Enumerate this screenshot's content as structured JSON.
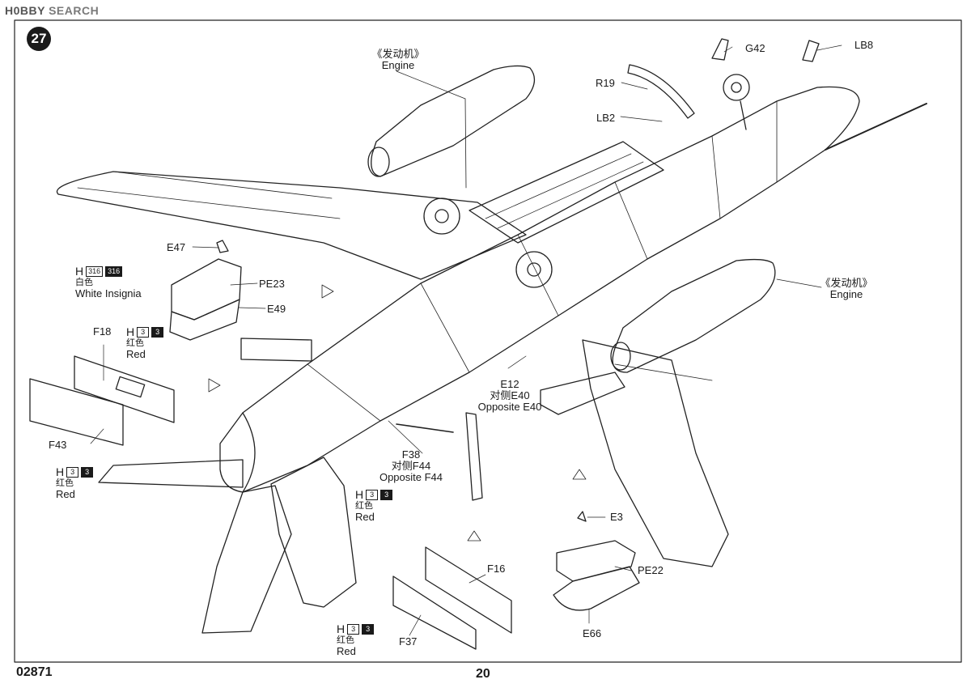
{
  "header": {
    "watermark_part1": "H0BBY",
    "watermark_part2": "SEARCH",
    "step_number": "27"
  },
  "footer": {
    "kit_number": "02871",
    "page_number": "20"
  },
  "engines": {
    "left": {
      "cn": "《发动机》",
      "en": "Engine"
    },
    "right": {
      "cn": "《发动机》",
      "en": "Engine"
    }
  },
  "parts": {
    "g42": "G42",
    "lb8": "LB8",
    "r19": "R19",
    "lb2": "LB2",
    "e47": "E47",
    "pe23": "PE23",
    "e49": "E49",
    "f18": "F18",
    "f43": "F43",
    "e12": "E12",
    "e40_cn": "对侧E40",
    "e40_en": "Opposite E40",
    "f38": "F38",
    "f44_cn": "对侧F44",
    "f44_en": "Opposite F44",
    "e3": "E3",
    "pe22": "PE22",
    "e66": "E66",
    "f16": "F16",
    "f37": "F37"
  },
  "paint_callouts": [
    {
      "id": "white",
      "prefix": "H",
      "code_a": "316",
      "code_b": "316",
      "cn": "白色",
      "en": "White Insignia"
    },
    {
      "id": "red1",
      "prefix": "H",
      "code_a": "3",
      "code_b": "3",
      "cn": "红色",
      "en": "Red"
    },
    {
      "id": "red2",
      "prefix": "H",
      "code_a": "3",
      "code_b": "3",
      "cn": "红色",
      "en": "Red"
    },
    {
      "id": "red3",
      "prefix": "H",
      "code_a": "3",
      "code_b": "3",
      "cn": "红色",
      "en": "Red"
    },
    {
      "id": "red4",
      "prefix": "H",
      "code_a": "3",
      "code_b": "3",
      "cn": "红色",
      "en": "Red"
    }
  ]
}
